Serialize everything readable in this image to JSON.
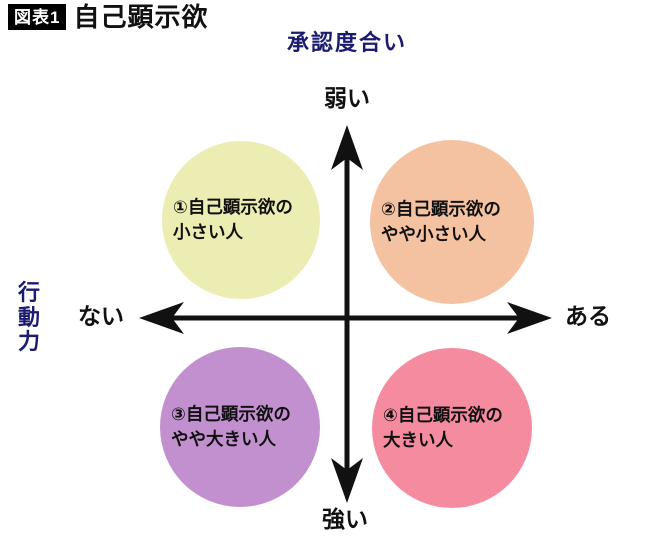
{
  "title": {
    "badge": "図表1",
    "text": "自己顕示欲"
  },
  "axes": {
    "vertical_title": "承認度合い",
    "vertical_top_label": "弱い",
    "vertical_bottom_label": "強い",
    "horizontal_title": "行\n動\n力",
    "horizontal_left_label": "ない",
    "horizontal_right_label": "ある"
  },
  "quadrants": [
    {
      "id": "1",
      "position": "top-left",
      "label": "①自己顕示欲の\n小さい人",
      "color": "#ecedb2"
    },
    {
      "id": "2",
      "position": "top-right",
      "label": "②自己顕示欲の\nやや小さい人",
      "color": "#f4c2a0"
    },
    {
      "id": "3",
      "position": "bottom-left",
      "label": "③自己顕示欲の\nやや大きい人",
      "color": "#c390cf"
    },
    {
      "id": "4",
      "position": "bottom-right",
      "label": "④自己顕示欲の\n大きい人",
      "color": "#f58b9f"
    }
  ],
  "colors": {
    "axis_title_navy": "#1b1b70",
    "arrow_black": "#111111",
    "title_badge_bg": "#000000",
    "title_badge_fg": "#ffffff"
  }
}
